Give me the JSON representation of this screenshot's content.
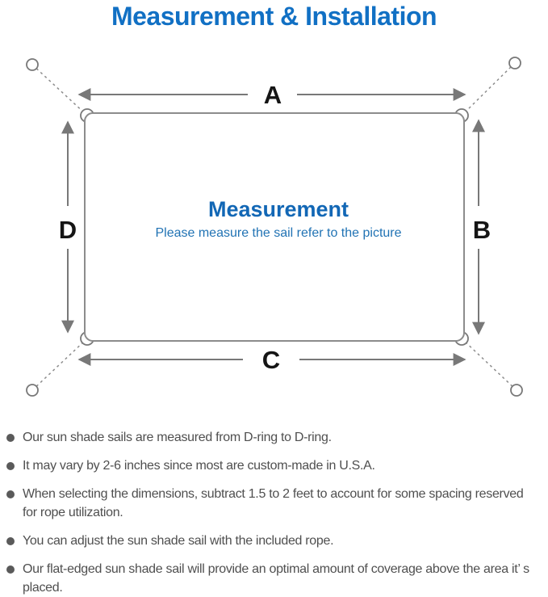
{
  "title": "Measurement & Installation",
  "colors": {
    "title_blue": "#1170c4",
    "center_blue": "#1267b5",
    "subtitle_blue": "#2173b4",
    "line_gray": "#8c8c8c",
    "arrow_gray": "#787878",
    "label_black": "#151515",
    "note_gray": "#4f4f4f"
  },
  "diagram": {
    "labels": {
      "top": "A",
      "right": "B",
      "bottom": "C",
      "left": "D"
    },
    "center_title": "Measurement",
    "center_subtitle": "Please measure the sail refer to the picture",
    "anchor_icon": "ring-anchor",
    "corner_icon": "d-ring"
  },
  "notes": [
    "Our sun shade sails are measured from D-ring to D-ring.",
    "It may vary by 2-6 inches since most are custom-made in U.S.A.",
    "When selecting the dimensions, subtract 1.5 to 2 feet to account for some spacing reserved for rope utilization.",
    "You can adjust the sun shade sail with the included rope.",
    "Our flat-edged sun shade sail will provide an optimal amount of coverage above the area it’ s placed."
  ]
}
